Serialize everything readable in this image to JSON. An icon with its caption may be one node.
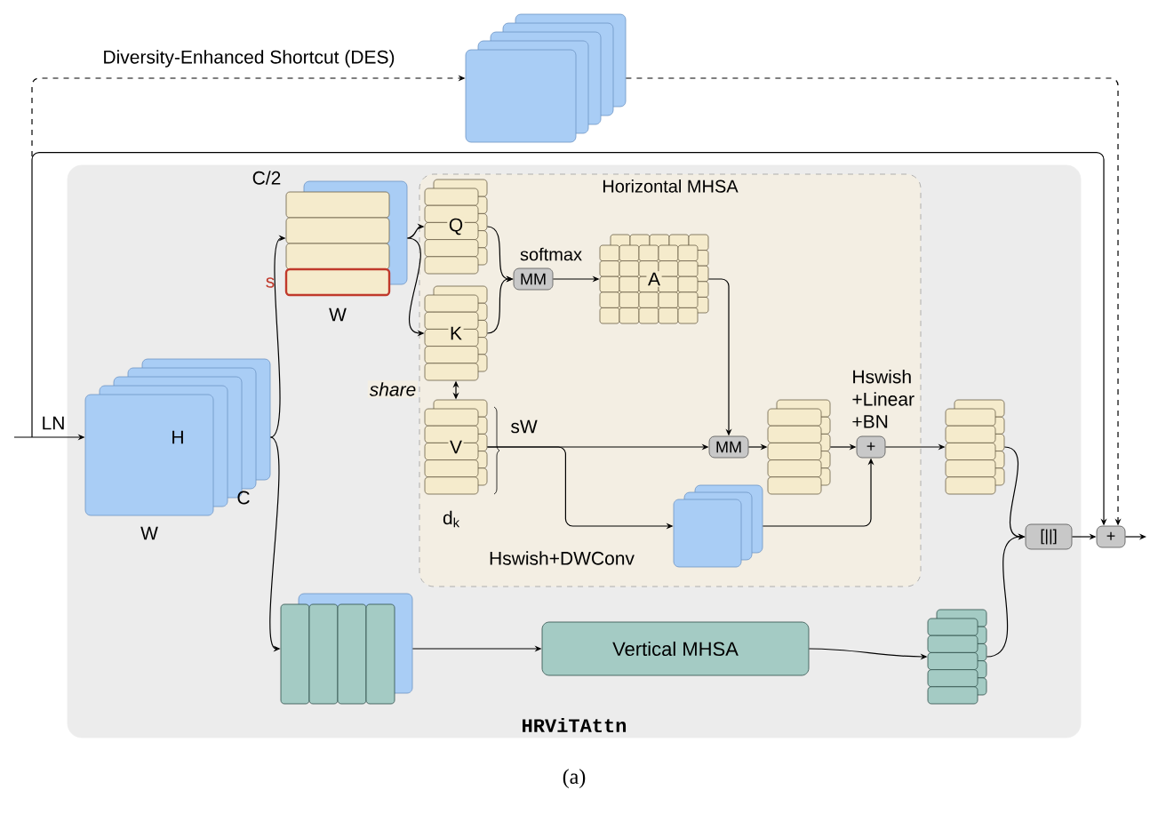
{
  "diagram": {
    "caption": "(a)",
    "nodes": [
      {
        "text": [
          "HRViTAttn"
        ]
      },
      {
        "text": [
          "Horizontal MHSA"
        ],
        "in": 0
      },
      {
        "text": [
          "H"
        ],
        "beside": [
          "W",
          "C"
        ],
        "in": 0
      },
      {
        "text": [],
        "shape": "box"
      },
      {
        "text": [],
        "shape": "box",
        "beside": [
          "C/2",
          "s",
          "W"
        ],
        "in": 0
      },
      {
        "text": [
          "Q"
        ],
        "in": 1
      },
      {
        "text": [
          "K"
        ],
        "in": 1
      },
      {
        "text": [
          "V"
        ],
        "beside": [
          "sW",
          "d$_{k}$"
        ],
        "in": 1
      },
      {
        "text": [
          "MM"
        ],
        "beside": [
          "softmax"
        ],
        "in": 1
      },
      {
        "text": [
          "A"
        ],
        "in": 1
      },
      {
        "text": [
          "MM"
        ],
        "in": 1
      },
      {
        "text": [],
        "shape": "box",
        "in": 1
      },
      {
        "text": [
          "+"
        ],
        "in": 1
      },
      {
        "text": [],
        "shape": "box",
        "beside": [
          "Hswish+DWConv"
        ],
        "in": 1
      },
      {
        "text": [],
        "shape": "box",
        "in": 0
      },
      {
        "text": [],
        "shape": "box",
        "in": 0
      },
      {
        "text": [
          "Vertical MHSA"
        ],
        "in": 0
      },
      {
        "text": [],
        "shape": "box",
        "in": 0
      },
      {
        "text": [
          "[||]"
        ],
        "in": 0
      },
      {
        "text": [
          "+"
        ]
      }
    ],
    "edges": [
      {
        "from": null,
        "to": 2,
        "arrow": "to",
        "label": "LN"
      },
      {
        "from": null,
        "to": 19,
        "arrow": "to"
      },
      {
        "from": null,
        "to": 3,
        "arrow": "to",
        "style": "dashed",
        "label": "Diversity-Enhanced Shortcut (DES)"
      },
      {
        "from": 3,
        "to": 19,
        "arrow": "to",
        "style": "dashed"
      },
      {
        "from": 2,
        "to": 4,
        "arrow": "to"
      },
      {
        "from": 2,
        "to": 15,
        "arrow": "to"
      },
      {
        "from": 4,
        "to": 5,
        "arrow": "to"
      },
      {
        "from": 4,
        "to": 6,
        "arrow": "to"
      },
      {
        "from": 5,
        "to": 8,
        "arrow": "to"
      },
      {
        "from": 6,
        "to": 8,
        "arrow": "to"
      },
      {
        "from": 8,
        "to": 9,
        "arrow": "to"
      },
      {
        "from": 9,
        "to": 10,
        "arrow": "to"
      },
      {
        "from": 7,
        "to": 10,
        "arrow": "to"
      },
      {
        "from": 10,
        "to": 11,
        "arrow": "to"
      },
      {
        "from": 11,
        "to": 12,
        "arrow": "to"
      },
      {
        "from": 7,
        "to": 13,
        "arrow": "to"
      },
      {
        "from": 13,
        "to": 12,
        "arrow": "to"
      },
      {
        "from": 12,
        "to": 14,
        "arrow": "to"
      },
      {
        "from": 6,
        "to": 7,
        "arrow": "both",
        "label": "share"
      },
      {
        "from": 14,
        "to": 18,
        "arrow": "to"
      },
      {
        "from": 15,
        "to": 16,
        "arrow": "to"
      },
      {
        "from": 16,
        "to": 17,
        "arrow": "to"
      },
      {
        "from": 17,
        "to": 18,
        "arrow": "to"
      },
      {
        "from": 18,
        "to": 19,
        "arrow": "to"
      },
      {
        "from": 19,
        "to": null,
        "arrow": "to"
      }
    ],
    "labels": [
      "Hswish +Linear +BN"
    ]
  }
}
